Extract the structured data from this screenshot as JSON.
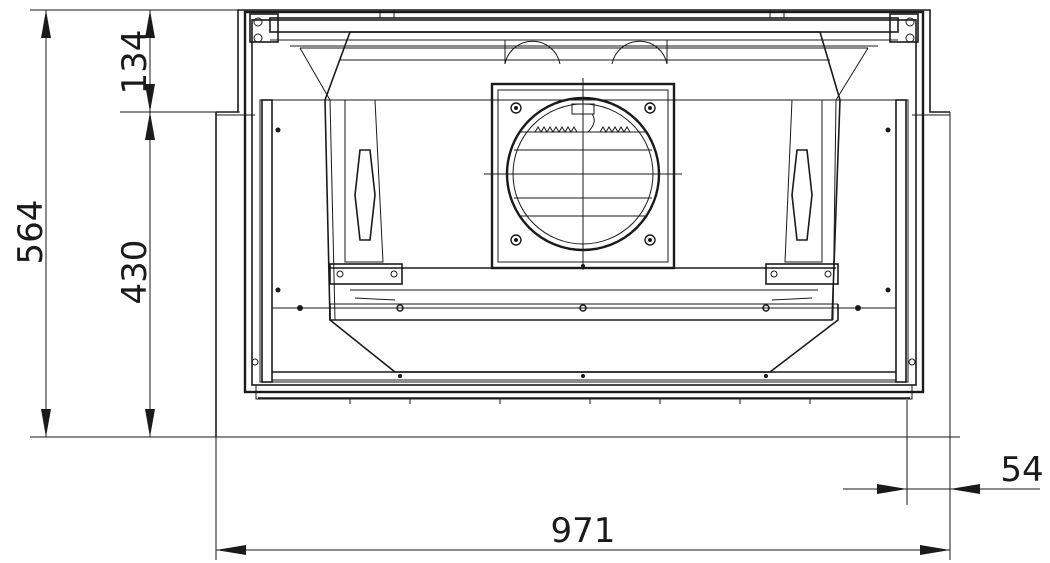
{
  "dimensions": {
    "total_height": "564",
    "top_height": "134",
    "bottom_height": "430",
    "total_width": "971",
    "side_offset": "54"
  }
}
